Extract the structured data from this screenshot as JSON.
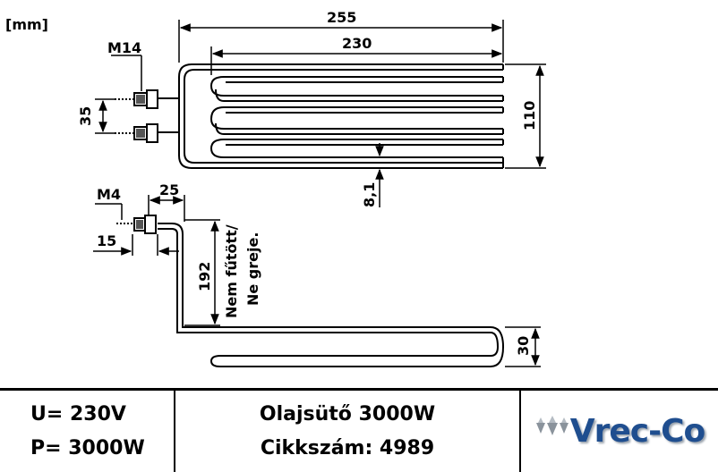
{
  "units": "[mm]",
  "top_view": {
    "thread_label": "M14",
    "overall_length": "255",
    "heated_length": "230",
    "height": "110",
    "terminal_spacing": "35",
    "tube_gap": "8,1"
  },
  "side_view": {
    "thread_label": "M4",
    "terminal_offset": "25",
    "terminal_length": "15",
    "unheated_length": "192",
    "unheated_note_line1": "Nem fűtött/",
    "unheated_note_line2": "Ne greje.",
    "bend_height": "30"
  },
  "info": {
    "voltage": "U= 230V",
    "power": "P= 3000W",
    "product_name": "Olajsütő 3000W",
    "article_number": "Cikkszám: 4989"
  },
  "brand": {
    "logo_text": "Vrec-Co",
    "logo_icon": "mountain-peaks-icon",
    "colors": {
      "blue": "#1f4e8f",
      "grey": "#8a939c"
    }
  }
}
